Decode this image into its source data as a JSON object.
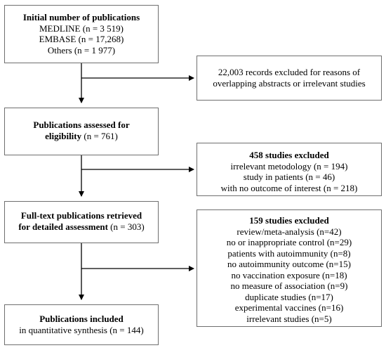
{
  "boxes": {
    "initial": {
      "title": "Initial number of publications",
      "lines": [
        "MEDLINE (n = 3 519)",
        "EMBASE (n = 17,268)",
        "Others (n = 1 977)"
      ]
    },
    "excluded_1": {
      "lines": [
        "22,003 records excluded for reasons of",
        "overlapping abstracts or irrelevant studies"
      ]
    },
    "assessed": {
      "title_line1": "Publications assessed for",
      "title_line2": "eligibility",
      "count": " (n = 761)"
    },
    "excluded_2": {
      "title": "458 studies excluded",
      "lines": [
        "irrelevant metodology (n = 194)",
        "study in patients (n = 46)",
        "with no outcome of interest (n = 218)"
      ]
    },
    "fulltext": {
      "title_line1": "Full-text publications retrieved",
      "title_line2": "for detailed assessment",
      "count": " (n = 303)"
    },
    "excluded_3": {
      "title": "159 studies excluded",
      "lines": [
        "review/meta-analysis (n=42)",
        "no or inappropriate control (n=29)",
        "patients with autoimmunity (n=8)",
        "no autoimmunity outcome (n=15)",
        "no vaccination exposure (n=18)",
        "no measure of association (n=9)",
        "duplicate studies (n=17)",
        "experimental vaccines (n=16)",
        "irrelevant studies (n=5)"
      ]
    },
    "included": {
      "title": "Publications included",
      "line": "in quantitative synthesis (n = 144)"
    }
  },
  "colors": {
    "border": "#6f6f6f",
    "arrow": "#000000"
  }
}
